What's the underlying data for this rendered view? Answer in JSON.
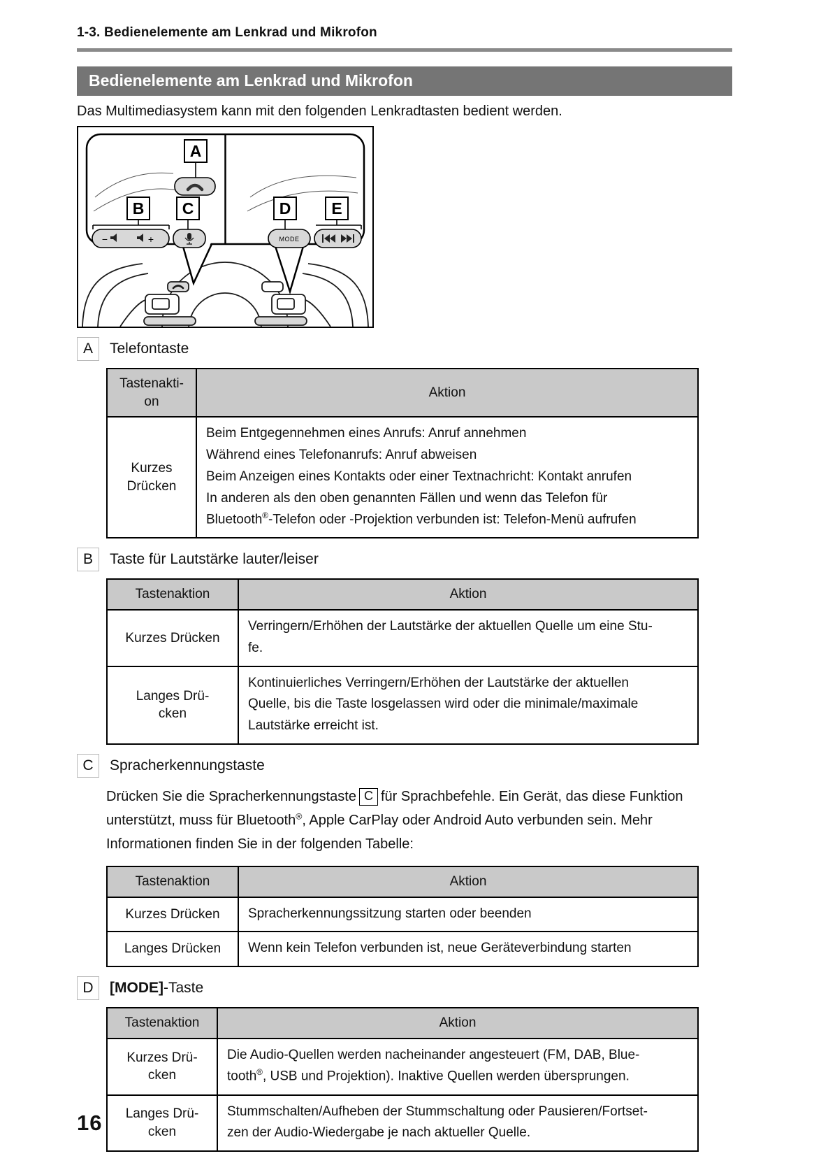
{
  "page": {
    "breadcrumb": "1-3. Bedienelemente am Lenkrad und Mikrofon",
    "title": "Bedienelemente am Lenkrad und Mikrofon",
    "intro": "Das Multimediasystem kann mit den folgenden Lenkradtasten bedient werden.",
    "page_number": "16"
  },
  "colors": {
    "title_bar": "#757575",
    "rule": "#8a8a8a",
    "table_header": "#c9c9c9",
    "illustration_button": "#d8d8d8"
  },
  "diagram": {
    "callout_a": "A",
    "callout_b": "B",
    "callout_c": "C",
    "callout_d": "D",
    "callout_e": "E",
    "mode_button_label": "MODE",
    "volume_minus": "−",
    "volume_plus": "+"
  },
  "sections": {
    "a": {
      "label": "A",
      "title": "Telefontaste",
      "table": {
        "col1": "Tastenakti-\non",
        "col2": "Aktion",
        "rows": [
          {
            "action": "Kurzes\nDrücken",
            "desc": "Beim Entgegennehmen eines Anrufs: Anruf annehmen\nWährend eines Telefonanrufs: Anruf abweisen\nBeim Anzeigen eines Kontakts oder einer Textnachricht: Kontakt anrufen\nIn anderen als den oben genannten Fällen und wenn das Telefon für\nBluetooth®-Telefon oder -Projektion verbunden ist: Telefon-Menü aufrufen"
          }
        ]
      }
    },
    "b": {
      "label": "B",
      "title": "Taste für Lautstärke lauter/leiser",
      "table": {
        "col1": "Tastenaktion",
        "col2": "Aktion",
        "rows": [
          {
            "action": "Kurzes Drücken",
            "desc": "Verringern/Erhöhen der Lautstärke der aktuellen Quelle um eine Stu-\nfe."
          },
          {
            "action": "Langes Drü-\ncken",
            "desc": "Kontinuierliches Verringern/Erhöhen der Lautstärke der aktuellen\nQuelle, bis die Taste losgelassen wird oder die minimale/maximale\nLautstärke erreicht ist."
          }
        ]
      }
    },
    "c": {
      "label": "C",
      "title": "Spracherkennungstaste",
      "paragraph_before": "Drücken Sie die Spracherkennungstaste",
      "inline_key": "C",
      "paragraph_after": "für Sprachbefehle. Ein Gerät, das diese Funktion unterstützt, muss für Bluetooth®, Apple CarPlay oder Android Auto verbunden sein. Mehr Informationen finden Sie in der folgenden Tabelle:",
      "table": {
        "col1": "Tastenaktion",
        "col2": "Aktion",
        "rows": [
          {
            "action": "Kurzes Drücken",
            "desc": "Spracherkennungssitzung starten oder beenden"
          },
          {
            "action": "Langes Drücken",
            "desc": "Wenn kein Telefon verbunden ist, neue Geräteverbindung starten"
          }
        ]
      }
    },
    "d": {
      "label": "D",
      "title_bold": "[MODE]",
      "title_rest": "-Taste",
      "table": {
        "col1": "Tastenaktion",
        "col2": "Aktion",
        "rows": [
          {
            "action": "Kurzes Drü-\ncken",
            "desc": "Die Audio-Quellen werden nacheinander angesteuert (FM, DAB, Blue-\ntooth®, USB und Projektion). Inaktive Quellen werden übersprungen."
          },
          {
            "action": "Langes Drü-\ncken",
            "desc": "Stummschalten/Aufheben der Stummschaltung oder Pausieren/Fortset-\nzen der Audio-Wiedergabe je nach aktueller Quelle."
          }
        ]
      }
    }
  }
}
